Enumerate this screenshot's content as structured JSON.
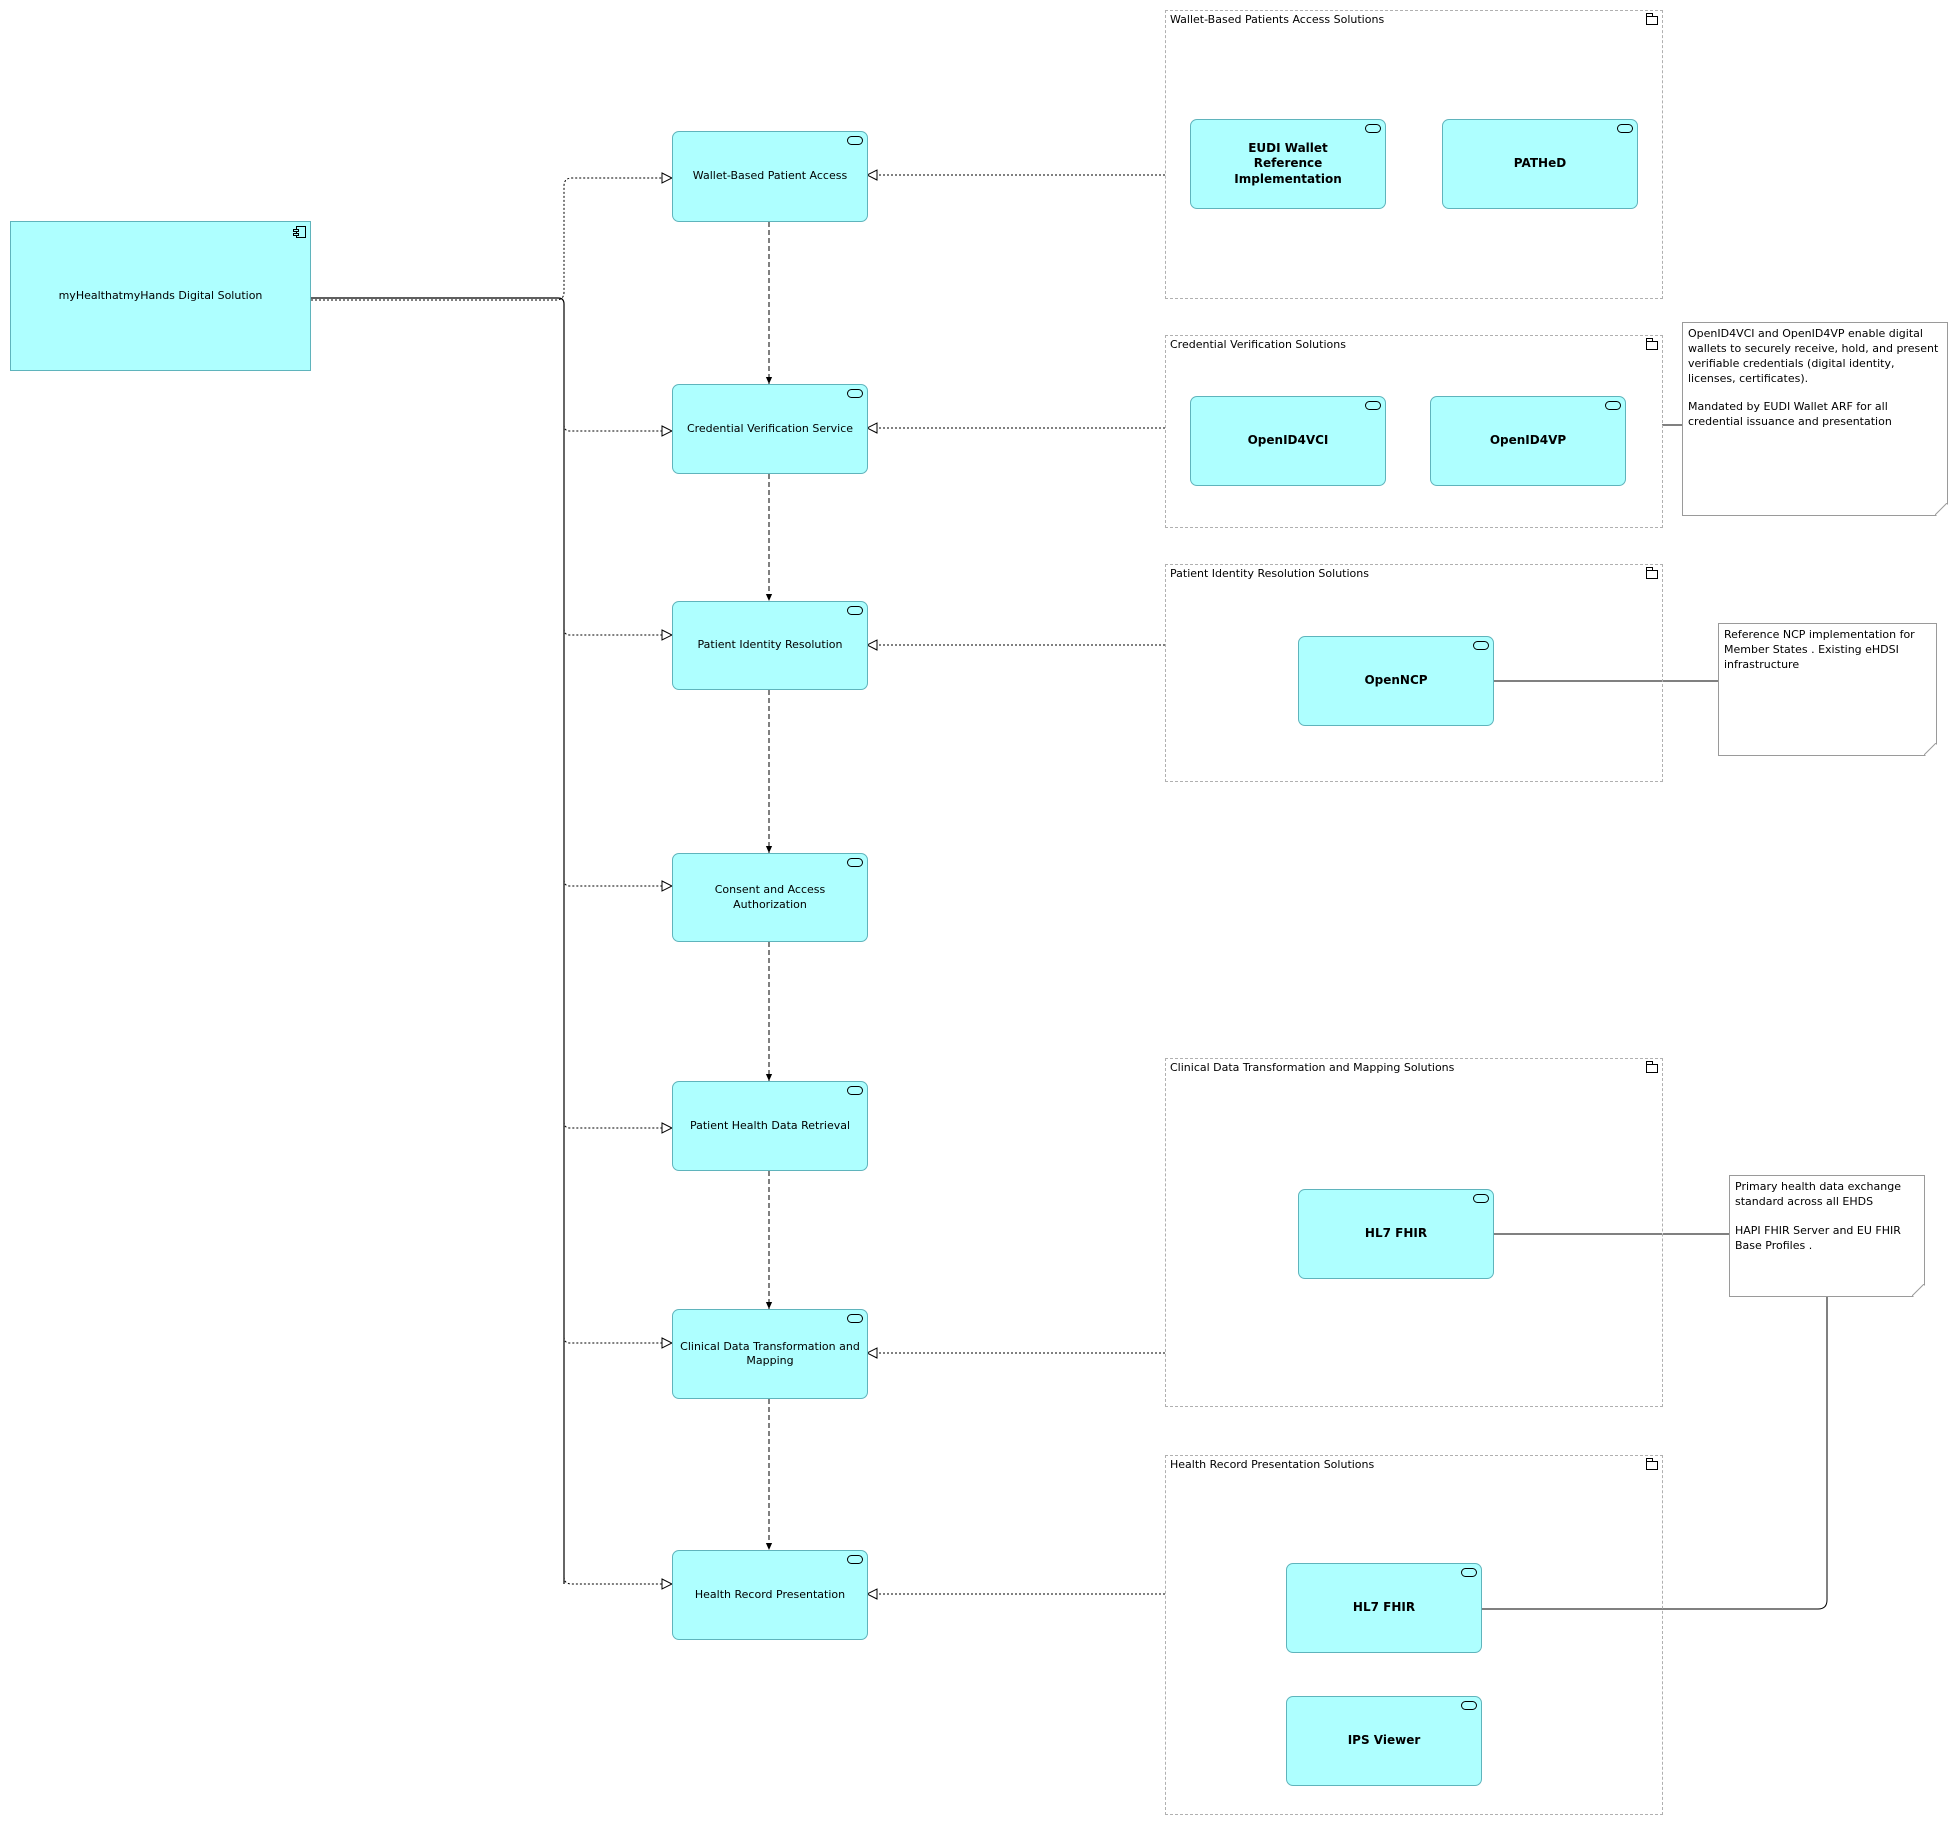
{
  "main_component": {
    "label": "myHealthatmyHands Digital Solution",
    "icon": "component-icon"
  },
  "services": [
    {
      "label": "Wallet-Based Patient Access",
      "icon": "service-icon"
    },
    {
      "label": "Credential Verification Service",
      "icon": "service-icon"
    },
    {
      "label": "Patient Identity Resolution",
      "icon": "service-icon"
    },
    {
      "label": "Consent and Access Authorization",
      "icon": "service-icon"
    },
    {
      "label": "Patient Health Data Retrieval",
      "icon": "service-icon"
    },
    {
      "label": "Clinical Data Transformation and Mapping",
      "icon": "service-icon"
    },
    {
      "label": "Health Record Presentation",
      "icon": "service-icon"
    }
  ],
  "groups": [
    {
      "title": "Wallet-Based Patients Access Solutions",
      "items": [
        "EUDI Wallet Reference Implementation",
        "PATHeD"
      ]
    },
    {
      "title": "Credential Verification  Solutions",
      "items": [
        "OpenID4VCI",
        "OpenID4VP"
      ]
    },
    {
      "title": "Patient Identity Resolution Solutions",
      "items": [
        "OpenNCP"
      ]
    },
    {
      "title": "Clinical Data Transformation and Mapping Solutions",
      "items": [
        "HL7 FHIR"
      ]
    },
    {
      "title": "Health Record Presentation Solutions",
      "items": [
        "HL7 FHIR",
        "IPS Viewer"
      ]
    }
  ],
  "notes": [
    {
      "paragraphs": [
        "OpenID4VCI and OpenID4VP  enable digital wallets to securely receive, hold, and present verifiable credentials (digital identity, licenses, certificates).",
        "Mandated by EUDI Wallet ARF for all credential issuance and presentation"
      ]
    },
    {
      "paragraphs": [
        "Reference NCP implementation for Member States . Existing eHDSI infrastructure"
      ]
    },
    {
      "paragraphs": [
        "Primary health data exchange standard across all EHDS",
        "HAPI FHIR Server and  EU FHIR Base Profiles ."
      ]
    }
  ],
  "colors": {
    "node_fill": "#aeffff",
    "node_border": "#5fb4bc",
    "group_border": "#b0b0b0",
    "line": "#000000"
  }
}
